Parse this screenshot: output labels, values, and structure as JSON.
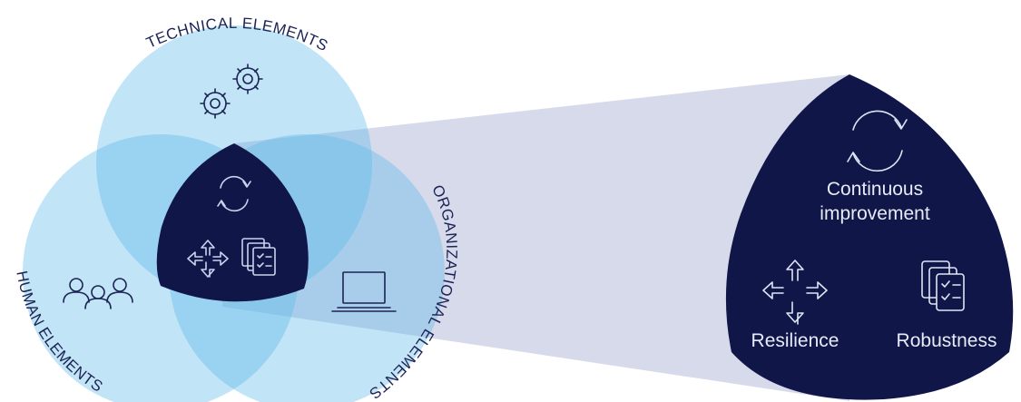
{
  "circles": {
    "technical": {
      "label": "TECHNICAL ELEMENTS",
      "icon": "gears-icon"
    },
    "human": {
      "label": "HUMAN ELEMENTS",
      "icon": "people-icon"
    },
    "organizational": {
      "label": "ORGANIZATIONAL ELEMENTS",
      "icon": "laptop-icon"
    }
  },
  "intersection": {
    "icons": [
      "refresh-cycle-icon",
      "arrows-directions-icon",
      "checklist-stack-icon"
    ]
  },
  "zoom_panel": {
    "title_line1": "Continuous",
    "title_line2": "improvement",
    "item_left": "Resilience",
    "item_right": "Robustness"
  },
  "colors": {
    "circle_fill": "#5cb8e9",
    "core_fill": "#101648",
    "funnel_fill": "#cfd3e6",
    "text_dark": "#1c2355",
    "text_light": "#e6ebf7"
  }
}
